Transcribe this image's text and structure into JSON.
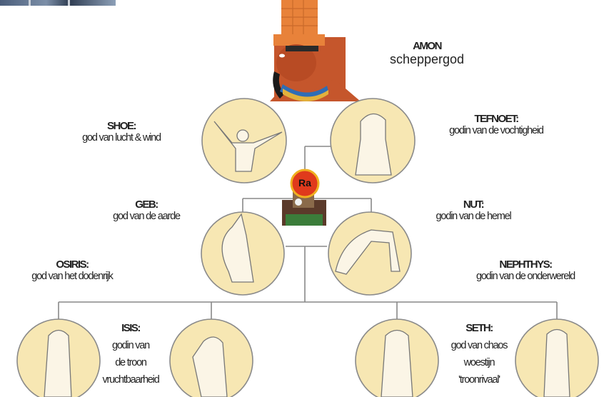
{
  "amon": {
    "name": "AMON",
    "desc": "scheppergod"
  },
  "shoe": {
    "name": "SHOE:",
    "desc": "god van lucht & wind"
  },
  "tefnoet": {
    "name": "TEFNOET:",
    "desc": "godin van de vochtigheid"
  },
  "ra": {
    "name": "Ra"
  },
  "geb": {
    "name": "GEB:",
    "desc": "god van de aarde"
  },
  "nut": {
    "name": "NUT:",
    "desc": "godin van de hemel"
  },
  "osiris": {
    "name": "OSIRIS:",
    "desc": "god van het dodenrijk"
  },
  "nephthys": {
    "name": "NEPHTHYS:",
    "desc": "godin van de onderwereld"
  },
  "isis": {
    "name": "ISIS:",
    "line1": "godin van",
    "line2": "de troon",
    "line3": "vruchtbaarheid"
  },
  "seth": {
    "name": "SETH:",
    "line1": "god van chaos",
    "line2": "woestijn",
    "line3": "'troonrivaal'"
  },
  "colors": {
    "circle_fill": "#f7e7b3",
    "circle_stroke": "#8a8a8a",
    "line": "#888888",
    "amon_crown": "#e8823a",
    "amon_skin": "#c5562c",
    "ra_disk": "#e03a1c"
  }
}
